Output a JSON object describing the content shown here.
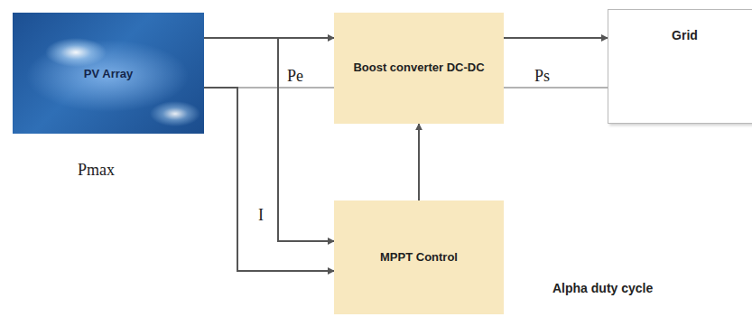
{
  "diagram": {
    "nodes": [
      {
        "text": [
          "PV Array"
        ]
      },
      {
        "text": [
          "Boost converter DC-DC"
        ]
      },
      {
        "text": [
          "Grid"
        ]
      },
      {
        "text": [
          "MPPT Control"
        ]
      }
    ],
    "edges": [
      {
        "from": 0,
        "to": 1,
        "arrow": "to"
      },
      {
        "from": 1,
        "to": 2,
        "arrow": "to"
      },
      {
        "from": 0,
        "to": 3,
        "arrow": "to"
      },
      {
        "from": 0,
        "to": 3,
        "arrow": "to"
      },
      {
        "from": 3,
        "to": 1,
        "arrow": "to"
      }
    ],
    "labels": [
      "Pmax",
      "Pe",
      "Ps",
      "I",
      "Alpha duty cycle"
    ]
  }
}
